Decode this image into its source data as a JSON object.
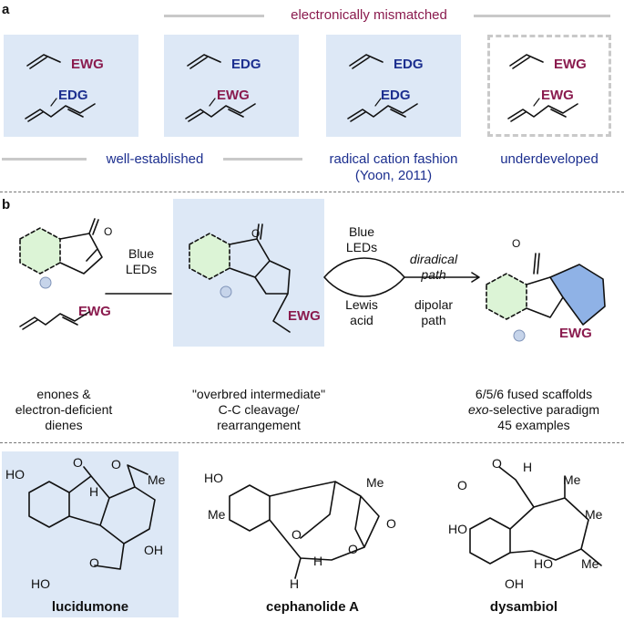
{
  "panel_a": {
    "letter": "a",
    "header": "electronically mismatched",
    "boxes": [
      {
        "top": "EWG",
        "bottom": "EDG",
        "caption": "well-established"
      },
      {
        "top": "EDG",
        "bottom": "EWG",
        "caption": ""
      },
      {
        "top": "EDG",
        "bottom": "EDG",
        "caption": "radical cation fashion",
        "caption2": "(Yoon, 2011)"
      },
      {
        "top": "EWG",
        "bottom": "EWG",
        "caption": "underdeveloped"
      }
    ]
  },
  "panel_b": {
    "letter": "b",
    "step1_label": [
      "Blue",
      "LEDs"
    ],
    "step2_top": [
      "Blue",
      "LEDs"
    ],
    "step2_bottom": [
      "Lewis",
      "acid"
    ],
    "path_top": [
      "diradical",
      "path"
    ],
    "path_bottom": [
      "dipolar",
      "path"
    ],
    "ewg": "EWG",
    "o": "O",
    "left_caption": [
      "enones &",
      "electron-deficient",
      "dienes"
    ],
    "mid_caption": [
      "\"overbred intermediate\"",
      "C-C cleavage/",
      "rearrangement"
    ],
    "right_caption": [
      "6/5/6 fused scaffolds",
      "exo",
      "-selective paradigm",
      "45 examples"
    ]
  },
  "panel_c": {
    "compounds": [
      "lucidumone",
      "cephanolide A",
      "dysambiol"
    ],
    "atoms": {
      "ho": "HO",
      "oh": "OH",
      "o": "O",
      "h": "H",
      "me": "Me"
    }
  }
}
